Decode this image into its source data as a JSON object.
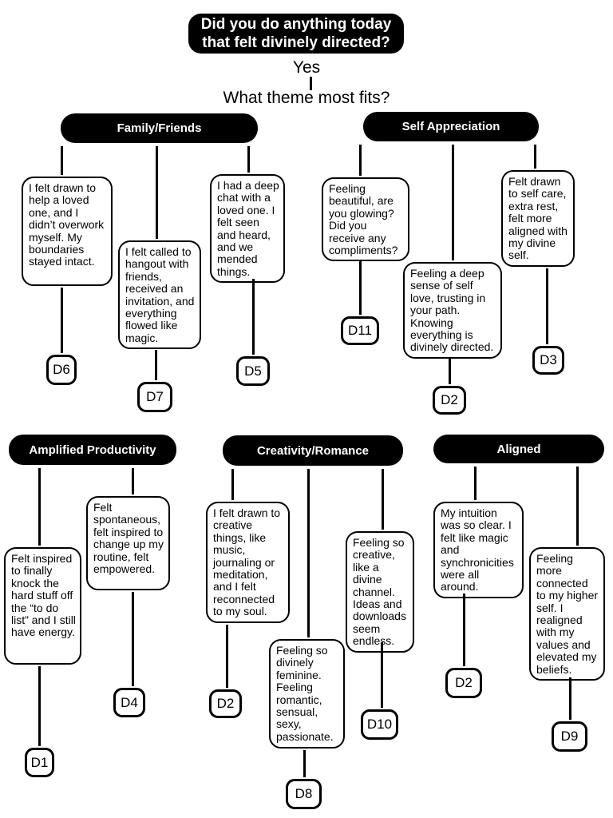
{
  "top": {
    "question": "Did you do anything today that felt divinely directed?",
    "answer": "Yes",
    "prompt": "What theme most fits?"
  },
  "colors": {
    "background": "#ffffff",
    "node_fill": "#000000",
    "node_text": "#ffffff",
    "box_fill": "#ffffff",
    "border": "#000000",
    "text": "#000000"
  },
  "sections": [
    {
      "title": "Family/Friends",
      "boxes": [
        {
          "text": "I felt drawn to help a loved one, and I didn’t overwork myself. My boundaries stayed intact.",
          "code": "D6"
        },
        {
          "text": "I felt called to hangout with friends, received an invitation, and everything flowed like magic.",
          "code": "D7"
        },
        {
          "text": "I had a deep chat with a loved one. I felt seen and heard, and we mended things.",
          "code": "D5"
        }
      ]
    },
    {
      "title": "Self Appreciation",
      "boxes": [
        {
          "text": "Feeling beautiful, are you glowing? Did you receive any compliments?",
          "code": "D11"
        },
        {
          "text": "Feeling a deep sense of self love, trusting in your path. Knowing everything is divinely directed.",
          "code": "D2"
        },
        {
          "text": "Felt drawn to self care, extra rest, felt more aligned with my divine self.",
          "code": "D3"
        }
      ]
    },
    {
      "title": "Amplified Productivity",
      "boxes": [
        {
          "text": "Felt inspired to finally knock the hard stuff off the “to do list” and I still have energy.",
          "code": "D1"
        },
        {
          "text": "Felt spontaneous, felt inspired to change up my routine, felt empowered.",
          "code": "D4"
        }
      ]
    },
    {
      "title": "Creativity/Romance",
      "boxes": [
        {
          "text": "I felt drawn to creative things, like music, journaling or meditation, and I felt reconnected to my soul.",
          "code": "D2"
        },
        {
          "text": "Feeling so divinely feminine. Feeling romantic, sensual, sexy, passionate.",
          "code": "D8"
        },
        {
          "text": "Feeling so creative, like a divine channel. Ideas and downloads seem endless.",
          "code": "D10"
        }
      ]
    },
    {
      "title": "Aligned",
      "boxes": [
        {
          "text": "My intuition was so clear. I felt like magic and synchronicities were all around.",
          "code": "D2"
        },
        {
          "text": "Feeling more connected to my higher self. I realigned with my values and elevated my beliefs.",
          "code": "D9"
        }
      ]
    }
  ]
}
